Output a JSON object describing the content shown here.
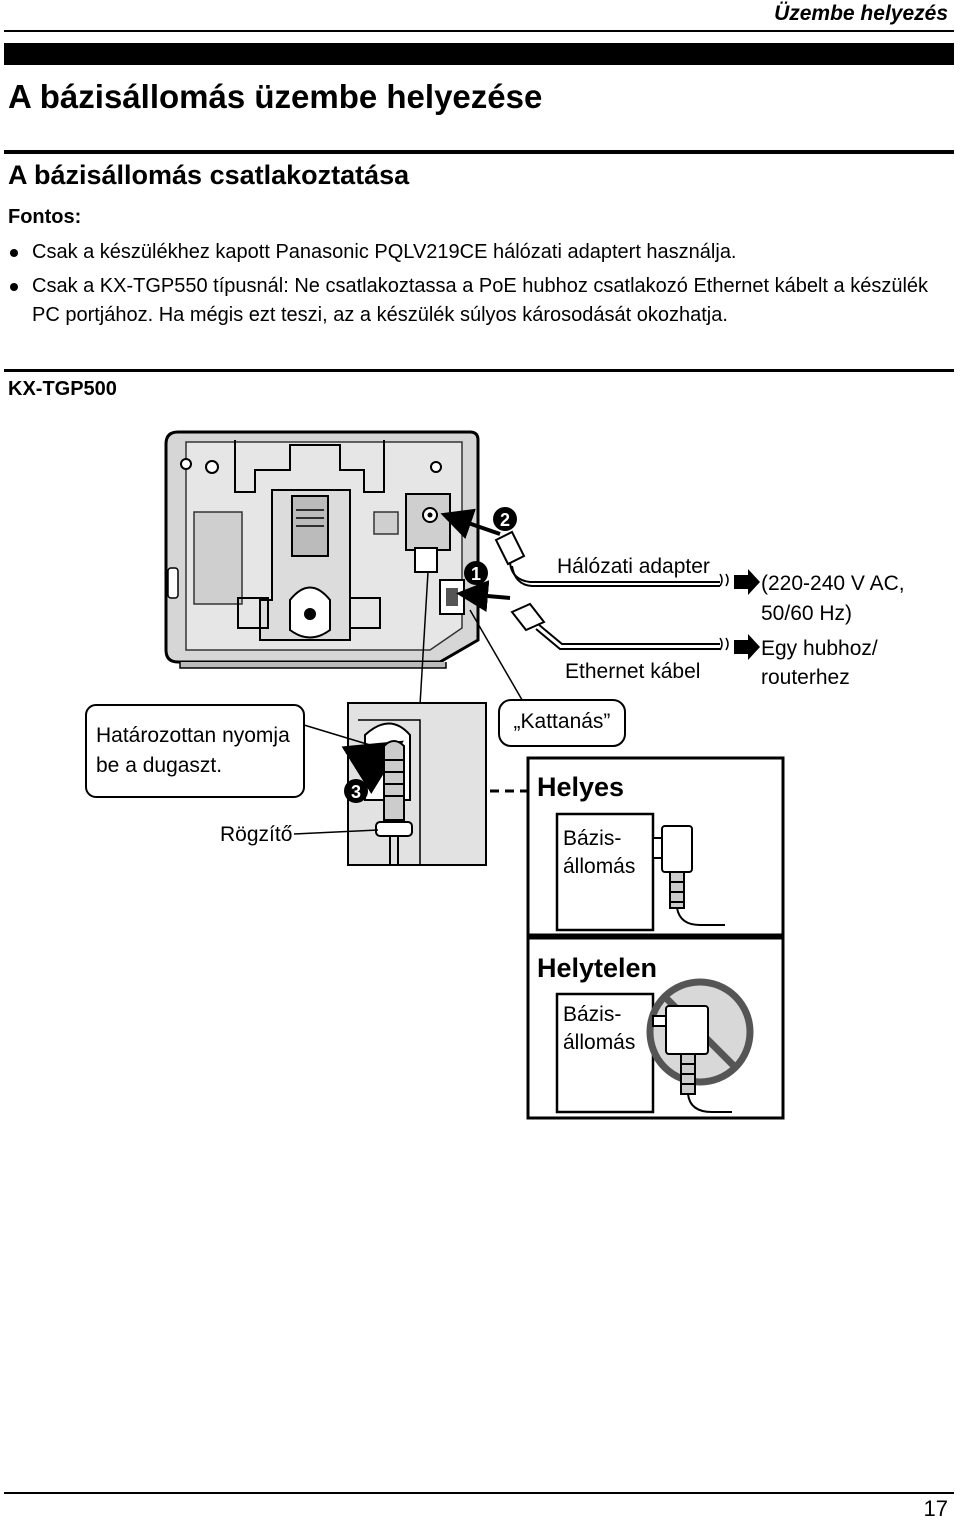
{
  "header": {
    "section": "Üzembe helyezés"
  },
  "title": "A bázisállomás üzembe helyezése",
  "section": {
    "title": "A bázisállomás csatlakoztatása",
    "important_label": "Fontos:",
    "bullets": [
      "Csak a készülékhez kapott Panasonic PQLV219CE hálózati adaptert használja.",
      "Csak a KX-TGP550 típusnál: Ne csatlakoztassa a PoE hubhoz csatlakozó Ethernet kábelt a készülék PC portjához. Ha mégis ezt teszi, az a készülék súlyos károsodását okozhatja."
    ],
    "model": "KX-TGP500"
  },
  "diagram": {
    "step_1": "1",
    "step_2": "2",
    "step_3": "3",
    "adapter_label": "Hálózati adapter",
    "power_line1": "(220-240 V AC,",
    "power_line2": "50/60 Hz)",
    "ethernet_label": "Ethernet kábel",
    "hub_line1": "Egy hubhoz/",
    "hub_line2": "routerhez",
    "click_label": "„Kattanás”",
    "push_line1": "Határozottan nyomja",
    "push_line2": "be a dugaszt.",
    "fastener_label": "Rögzítő",
    "correct_title": "Helyes",
    "incorrect_title": "Helytelen",
    "base_line1": "Bázis-",
    "base_line2": "állomás",
    "icons": [
      "prohibited-icon",
      "arrow-right-icon",
      "ac-adapter-icon"
    ]
  },
  "footer": {
    "page_number": "17"
  }
}
